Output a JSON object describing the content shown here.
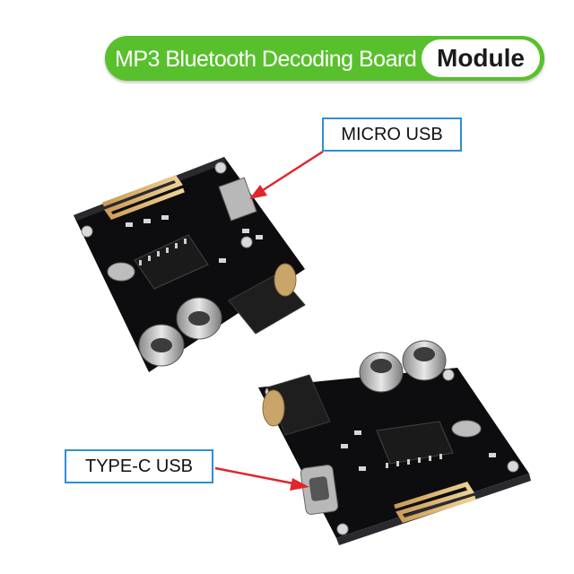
{
  "banner": {
    "title": "MP3 Bluetooth Decoding Board",
    "badge": "Module"
  },
  "callouts": {
    "micro_usb": "MICRO USB",
    "type_c_usb": "TYPE-C USB"
  },
  "colors": {
    "banner_green": "#58c02c",
    "callout_border": "#2c8fd6",
    "arrow_red": "#e0262c",
    "pcb_black": "#0f0f10"
  }
}
